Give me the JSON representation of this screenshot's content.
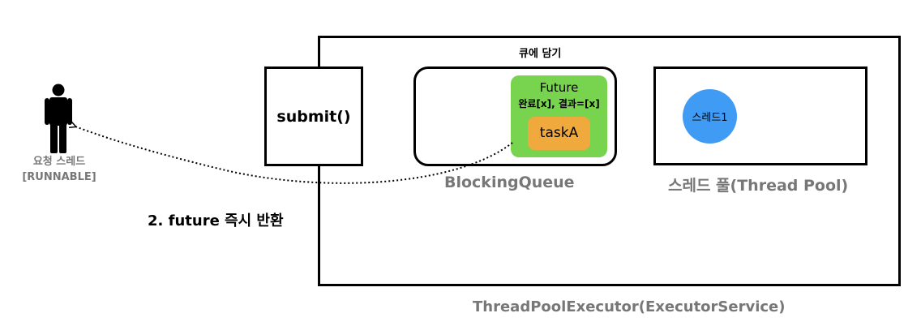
{
  "queue_caption": "큐에 담기",
  "submit_label": "submit()",
  "future": {
    "title": "Future",
    "status": "완료[x], 결과=[x]"
  },
  "task_label": "taskA",
  "thread_label": "스레드1",
  "blocking_queue_label": "BlockingQueue",
  "thread_pool_label": "스레드 풀(Thread Pool)",
  "executor_label": "ThreadPoolExecutor(ExecutorService)",
  "future_return_label": "2. future 즉시 반환",
  "requester": {
    "line1": "요청 스레드",
    "line2": "[RUNNABLE]"
  },
  "colors": {
    "future_green": "#78d44f",
    "task_orange": "#f0a93c",
    "thread_blue": "#3f9bf4",
    "label_gray": "#777777"
  }
}
